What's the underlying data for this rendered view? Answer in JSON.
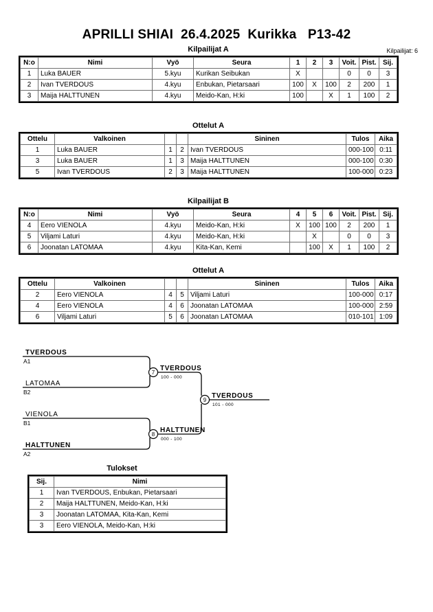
{
  "header": {
    "title": "APRILLI SHIAI  26.4.2025  Kurikka   P13-42",
    "entrant_count_label": "Kilpailijat: 6"
  },
  "pool_a": {
    "caption": "Kilpailijat A",
    "columns": [
      "N:o",
      "Nimi",
      "Vyö",
      "Seura",
      "1",
      "2",
      "3",
      "Voit.",
      "Pist.",
      "Sij."
    ],
    "rows": [
      {
        "no": "1",
        "name": "Luka BAUER",
        "belt": "5.kyu",
        "club": "Kurikan Seibukan",
        "m1": "X",
        "m2": "",
        "m3": "",
        "wins": "0",
        "points": "0",
        "rank": "3"
      },
      {
        "no": "2",
        "name": "Ivan TVERDOUS",
        "belt": "4.kyu",
        "club": "Enbukan, Pietarsaari",
        "m1": "100",
        "m2": "X",
        "m3": "100",
        "wins": "2",
        "points": "200",
        "rank": "1"
      },
      {
        "no": "3",
        "name": "Maija HALTTUNEN",
        "belt": "4.kyu",
        "club": "Meido-Kan, H:ki",
        "m1": "100",
        "m2": "",
        "m3": "X",
        "wins": "1",
        "points": "100",
        "rank": "2"
      }
    ]
  },
  "matches_a": {
    "caption": "Ottelut A",
    "columns": [
      "Ottelu",
      "Valkoinen",
      "",
      "",
      "Sininen",
      "Tulos",
      "Aika"
    ],
    "rows": [
      {
        "match": "1",
        "white": "Luka BAUER",
        "white_win": false,
        "wno": "1",
        "bno": "2",
        "blue": "Ivan TVERDOUS",
        "blue_win": true,
        "result": "000-100",
        "time": "0:11"
      },
      {
        "match": "3",
        "white": "Luka BAUER",
        "white_win": false,
        "wno": "1",
        "bno": "3",
        "blue": "Maija HALTTUNEN",
        "blue_win": true,
        "result": "000-100",
        "time": "0:30"
      },
      {
        "match": "5",
        "white": "Ivan TVERDOUS",
        "white_win": true,
        "wno": "2",
        "bno": "3",
        "blue": "Maija HALTTUNEN",
        "blue_win": false,
        "result": "100-000",
        "time": "0:23"
      }
    ]
  },
  "pool_b": {
    "caption": "Kilpailijat B",
    "columns": [
      "N:o",
      "Nimi",
      "Vyö",
      "Seura",
      "4",
      "5",
      "6",
      "Voit.",
      "Pist.",
      "Sij."
    ],
    "rows": [
      {
        "no": "4",
        "name": "Eero VIENOLA",
        "belt": "4.kyu",
        "club": "Meido-Kan, H:ki",
        "m1": "X",
        "m2": "100",
        "m3": "100",
        "wins": "2",
        "points": "200",
        "rank": "1"
      },
      {
        "no": "5",
        "name": "Viljami Laturi",
        "belt": "4.kyu",
        "club": "Meido-Kan, H:ki",
        "m1": "",
        "m2": "X",
        "m3": "",
        "wins": "0",
        "points": "0",
        "rank": "3"
      },
      {
        "no": "6",
        "name": "Joonatan LATOMAA",
        "belt": "4.kyu",
        "club": "Kita-Kan, Kemi",
        "m1": "",
        "m2": "100",
        "m3": "X",
        "wins": "1",
        "points": "100",
        "rank": "2"
      }
    ]
  },
  "matches_b": {
    "caption": "Ottelut A",
    "columns": [
      "Ottelu",
      "Valkoinen",
      "",
      "",
      "Sininen",
      "Tulos",
      "Aika"
    ],
    "rows": [
      {
        "match": "2",
        "white": "Eero VIENOLA",
        "white_win": true,
        "wno": "4",
        "bno": "5",
        "blue": "Viljami Laturi",
        "blue_win": false,
        "result": "100-000",
        "time": "0:17"
      },
      {
        "match": "4",
        "white": "Eero VIENOLA",
        "white_win": true,
        "wno": "4",
        "bno": "6",
        "blue": "Joonatan LATOMAA",
        "blue_win": false,
        "result": "100-000",
        "time": "2:59"
      },
      {
        "match": "6",
        "white": "Viljami Laturi",
        "white_win": false,
        "wno": "5",
        "bno": "6",
        "blue": "Joonatan LATOMAA",
        "blue_win": true,
        "result": "010-101",
        "time": "1:09"
      }
    ]
  },
  "bracket": {
    "entries": [
      {
        "name": "TVERDOUS",
        "seed": "A1",
        "winner": true
      },
      {
        "name": "LATOMAA",
        "seed": "B2",
        "winner": false
      },
      {
        "name": "VIENOLA",
        "seed": "B1",
        "winner": false
      },
      {
        "name": "HALTTUNEN",
        "seed": "A2",
        "winner": true
      }
    ],
    "semifinals": [
      {
        "number": "7",
        "winner": "TVERDOUS",
        "score": "100 - 000"
      },
      {
        "number": "8",
        "winner": "HALTTUNEN",
        "score": "000 - 100"
      }
    ],
    "final": {
      "number": "9",
      "winner": "TVERDOUS",
      "score": "101 - 000"
    }
  },
  "results": {
    "caption": "Tulokset",
    "columns": [
      "Sij.",
      "Nimi"
    ],
    "rows": [
      {
        "rank": "1",
        "name": "Ivan TVERDOUS, Enbukan, Pietarsaari"
      },
      {
        "rank": "2",
        "name": "Maija HALTTUNEN, Meido-Kan, H:ki"
      },
      {
        "rank": "3",
        "name": "Joonatan LATOMAA, Kita-Kan, Kemi"
      },
      {
        "rank": "3",
        "name": "Eero VIENOLA, Meido-Kan, H:ki"
      }
    ]
  }
}
